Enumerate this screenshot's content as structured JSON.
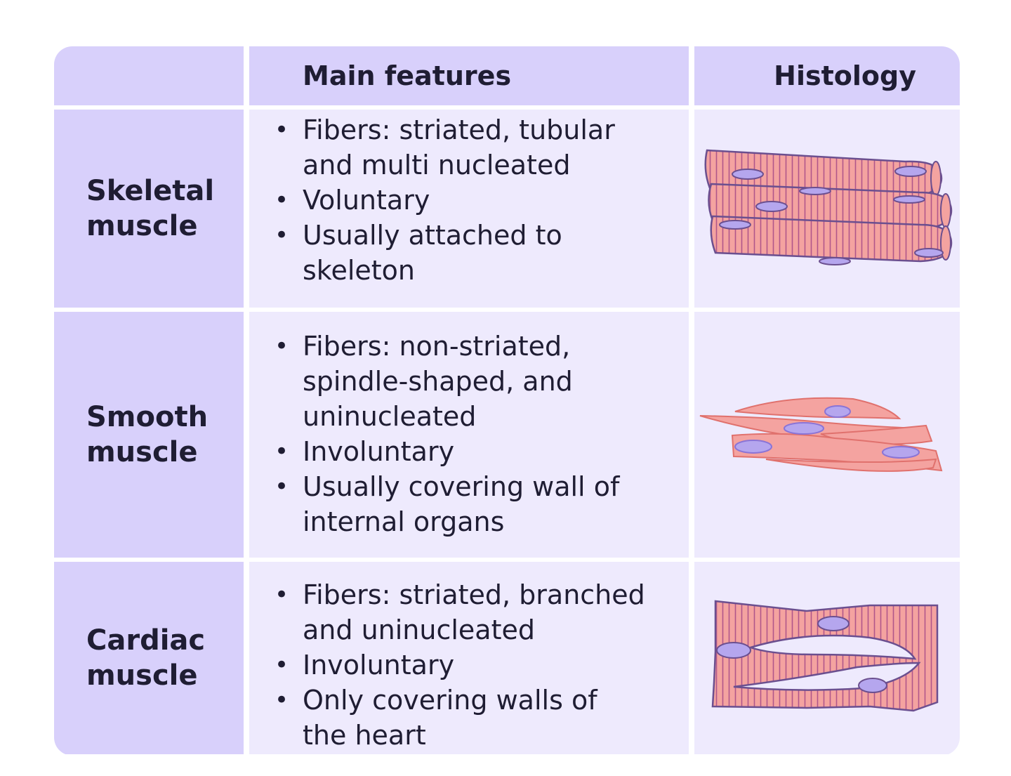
{
  "table": {
    "headers": {
      "features": "Main features",
      "histology": "Histology"
    },
    "rows": [
      {
        "name": "Skeletal\nmuscle",
        "features": [
          "Fibers: striated, tubular and multi nucleated",
          "Voluntary",
          "Usually attached to skeleton"
        ],
        "histology_image": "skeletal-muscle-fibers"
      },
      {
        "name": "Smooth\nmuscle",
        "features": [
          "Fibers: non-striated, spindle-shaped, and uninucleated",
          "Involuntary",
          "Usually covering wall of internal organs"
        ],
        "histology_image": "smooth-muscle-fibers"
      },
      {
        "name": "Cardiac\nmuscle",
        "features": [
          "Fibers: striated, branched and uninucleated",
          "Involuntary",
          "Only covering walls of the heart"
        ],
        "histology_image": "cardiac-muscle-fibers"
      }
    ]
  },
  "colors": {
    "header_fill": "#d8d0fb",
    "cell_fill": "#eeeafd",
    "fiber_fill": "#f4a3a0",
    "fiber_stroke": "#6b4f8f",
    "nucleus_fill": "#b5a6ee"
  }
}
